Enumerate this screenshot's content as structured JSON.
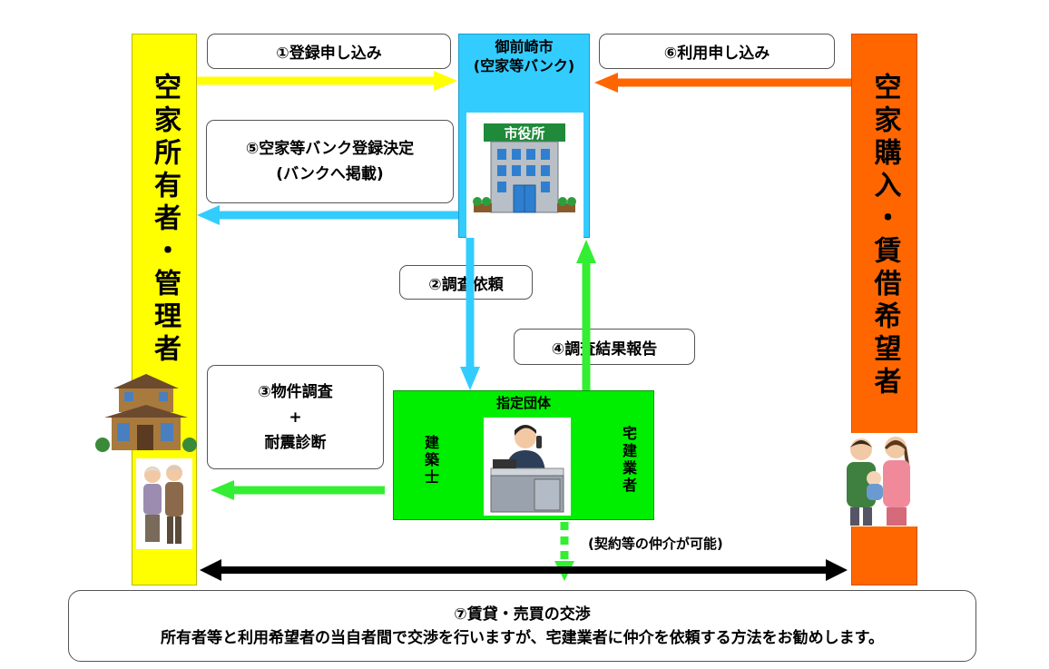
{
  "owner": {
    "label": "空家所有者・管理者",
    "color": "#ffff00"
  },
  "buyer": {
    "label": "空家購入・賃借希望者",
    "color": "#ff6600"
  },
  "city": {
    "line1": "御前崎市",
    "line2": "(空家等バンク)",
    "sign": "市役所",
    "color": "#33ccff"
  },
  "org": {
    "title": "指定団体",
    "left_side": "建築士",
    "right_side": "宅建業者",
    "color": "#00ee00"
  },
  "steps": {
    "s1": "①登録申し込み",
    "s2": "②調査依頼",
    "s3_line1": "③物件調査",
    "s3_line2": "+",
    "s3_line3": "耐震診断",
    "s4": "④調査結果報告",
    "s5_line1": "⑤空家等バンク登録決定",
    "s5_line2": "(バンクへ掲載)",
    "s6": "⑥利用申し込み"
  },
  "note": "(契約等の仲介が可能)",
  "negotiation": {
    "title": "⑦賃貸・売買の交渉",
    "text": "所有者等と利用希望者の当自者間で交渉を行いますが、宅建業者に仲介を依頼する方法をお勧めします。"
  },
  "arrow_colors": {
    "yellow": "#ffff00",
    "orange": "#ff6600",
    "blue": "#33ccff",
    "green": "#33ee33",
    "black": "#000000"
  }
}
